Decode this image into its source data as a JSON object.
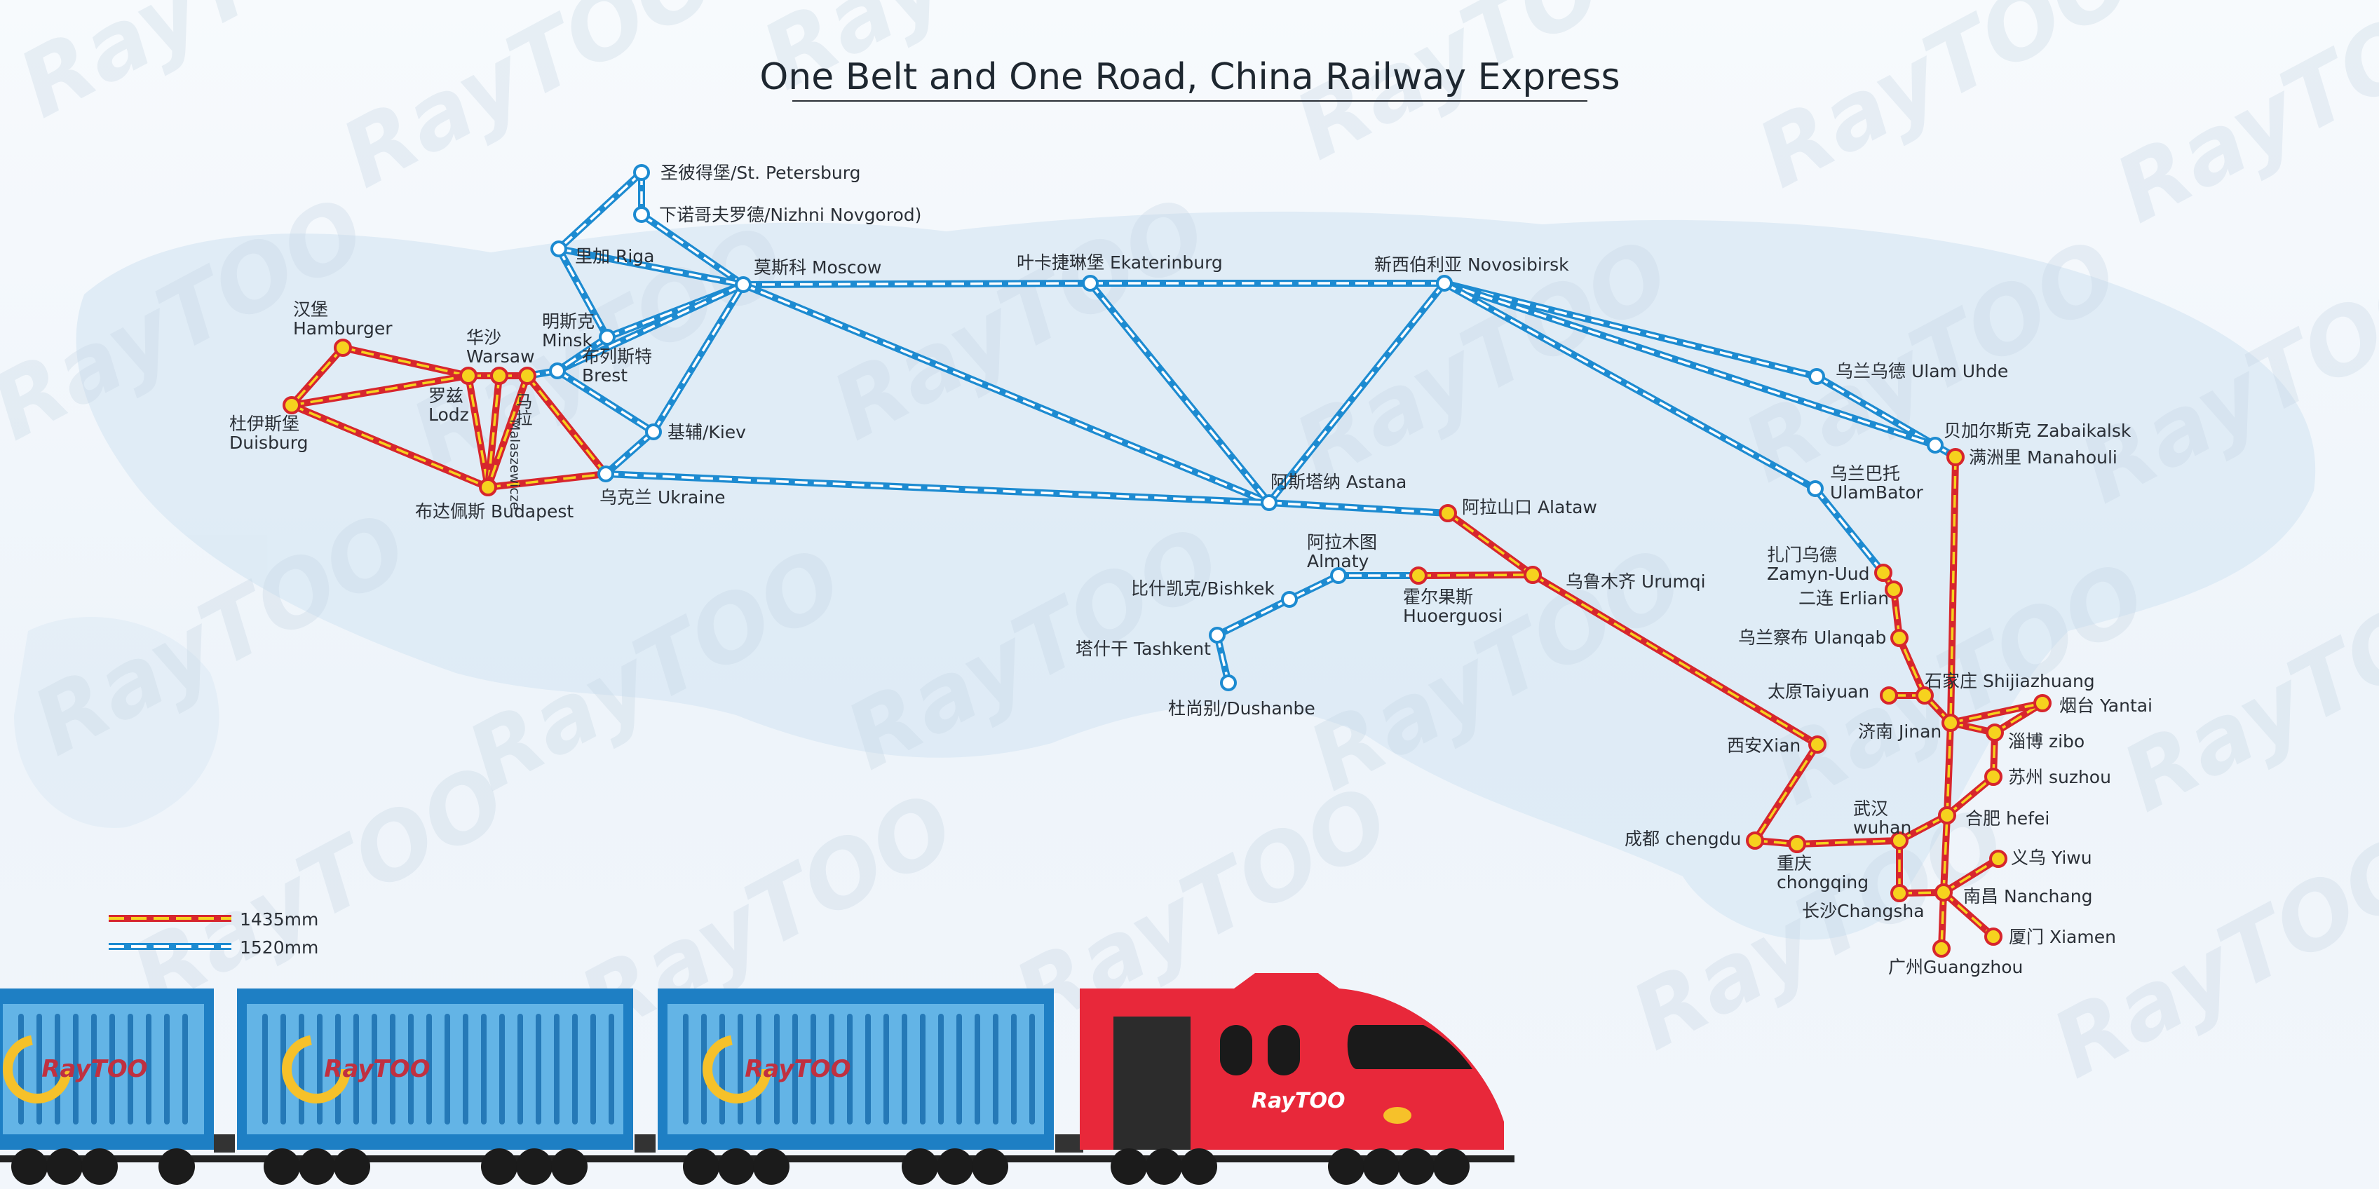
{
  "title": "One Belt and One Road, China Railway Express",
  "watermark": "RayTOO",
  "colors": {
    "gauge_1435_main": "#d7262d",
    "gauge_1435_dash": "#f6d21e",
    "gauge_1520_main": "#1d8bd1",
    "gauge_1520_dash": "#ffffff",
    "train_red": "#e8283a",
    "container_blue": "#1e7fc4",
    "container_light": "#63b4e6"
  },
  "legend": [
    {
      "gauge": "1435",
      "label": "1435mm"
    },
    {
      "gauge": "1520",
      "label": "1520mm"
    }
  ],
  "stations": [
    {
      "id": "stpetersburg",
      "gauge": "1520",
      "label": "圣彼得堡/St. Petersburg"
    },
    {
      "id": "nizhni",
      "gauge": "1520",
      "label": "下诺哥夫罗德/Nizhni Novgorod)"
    },
    {
      "id": "riga",
      "gauge": "1520",
      "label": "里加 Riga"
    },
    {
      "id": "moscow",
      "gauge": "1520",
      "label": "莫斯科 Moscow"
    },
    {
      "id": "ekaterinburg",
      "gauge": "1520",
      "label": "叶卡捷琳堡 Ekaterinburg"
    },
    {
      "id": "novosibirsk",
      "gauge": "1520",
      "label": "新西伯利亚 Novosibirsk"
    },
    {
      "id": "minsk",
      "gauge": "1520",
      "label": "明斯克\nMinsk"
    },
    {
      "id": "brest",
      "gauge": "1520",
      "label": "布列斯特\nBrest"
    },
    {
      "id": "kiev",
      "gauge": "1520",
      "label": "基辅/Kiev"
    },
    {
      "id": "ukraine",
      "gauge": "1520",
      "label": "乌克兰 Ukraine"
    },
    {
      "id": "hamburger",
      "gauge": "1435",
      "label": "汉堡\nHamburger"
    },
    {
      "id": "duisburg",
      "gauge": "1435",
      "label": "杜伊斯堡\nDuisburg"
    },
    {
      "id": "warsaw",
      "gauge": "1435",
      "label": "华沙\nWarsaw"
    },
    {
      "id": "lodz",
      "gauge": "1435",
      "label": "罗兹\nLodz"
    },
    {
      "id": "malaszewicze",
      "gauge": "1435",
      "label": "马拉"
    },
    {
      "id": "malaszewicze_latin",
      "gauge": "1435",
      "label": "Malaszewicze"
    },
    {
      "id": "budapest",
      "gauge": "1435",
      "label": "布达佩斯 Budapest"
    },
    {
      "id": "astana",
      "gauge": "1520",
      "label": "阿斯塔纳 Astana"
    },
    {
      "id": "alataw",
      "gauge": "1435",
      "label": "阿拉山口 Alataw"
    },
    {
      "id": "urumqi",
      "gauge": "1435",
      "label": "乌鲁木齐 Urumqi"
    },
    {
      "id": "huoerguosi",
      "gauge": "1435",
      "label": "霍尔果斯\nHuoerguosi"
    },
    {
      "id": "almaty",
      "gauge": "1520",
      "label": "阿拉木图\nAlmaty"
    },
    {
      "id": "bishkek",
      "gauge": "1520",
      "label": "比什凯克/Bishkek"
    },
    {
      "id": "tashkent",
      "gauge": "1520",
      "label": "塔什干 Tashkent"
    },
    {
      "id": "dushanbe",
      "gauge": "1520",
      "label": "杜尚别/Dushanbe"
    },
    {
      "id": "ulamuhde",
      "gauge": "1520",
      "label": "乌兰乌德 Ulam Uhde"
    },
    {
      "id": "zabaikalsk",
      "gauge": "1520",
      "label": "贝加尔斯克 Zabaikalsk"
    },
    {
      "id": "manahouli",
      "gauge": "1435",
      "label": "满洲里  Manahouli"
    },
    {
      "id": "ulambator",
      "gauge": "1520",
      "label": "乌兰巴托\nUlamBator"
    },
    {
      "id": "zamynuud",
      "gauge": "1435",
      "label": "扎门乌德\nZamyn-Uud"
    },
    {
      "id": "erlian",
      "gauge": "1435",
      "label": "二连 Erlian"
    },
    {
      "id": "ulanqab",
      "gauge": "1435",
      "label": "乌兰察布 Ulanqab"
    },
    {
      "id": "taiyuan",
      "gauge": "1435",
      "label": "太原Taiyuan"
    },
    {
      "id": "shijiazhuang",
      "gauge": "1435",
      "label": "石家庄 Shijiazhuang"
    },
    {
      "id": "yantai",
      "gauge": "1435",
      "label": "烟台 Yantai"
    },
    {
      "id": "jinan",
      "gauge": "1435",
      "label": "济南 Jinan"
    },
    {
      "id": "zibo",
      "gauge": "1435",
      "label": "淄博 zibo"
    },
    {
      "id": "xian",
      "gauge": "1435",
      "label": "西安Xian"
    },
    {
      "id": "suzhou",
      "gauge": "1435",
      "label": "苏州 suzhou"
    },
    {
      "id": "wuhan",
      "gauge": "1435",
      "label": "武汉\nwuhan"
    },
    {
      "id": "hefei",
      "gauge": "1435",
      "label": "合肥 hefei"
    },
    {
      "id": "chengdu",
      "gauge": "1435",
      "label": "成都 chengdu"
    },
    {
      "id": "chongqing",
      "gauge": "1435",
      "label": "重庆\nchongqing"
    },
    {
      "id": "yiwu",
      "gauge": "1435",
      "label": "义乌 Yiwu"
    },
    {
      "id": "nanchang",
      "gauge": "1435",
      "label": "南昌 Nanchang"
    },
    {
      "id": "changsha",
      "gauge": "1435",
      "label": "长沙Changsha"
    },
    {
      "id": "xiamen",
      "gauge": "1435",
      "label": "厦门 Xiamen"
    },
    {
      "id": "guangzhou",
      "gauge": "1435",
      "label": "广州Guangzhou"
    }
  ],
  "routes": [
    {
      "from": "stpetersburg",
      "to": "riga",
      "gauge": "1520"
    },
    {
      "from": "stpetersburg",
      "to": "nizhni",
      "gauge": "1520"
    },
    {
      "from": "riga",
      "to": "minsk",
      "gauge": "1520"
    },
    {
      "from": "nizhni",
      "to": "moscow",
      "gauge": "1520"
    },
    {
      "from": "riga",
      "to": "moscow",
      "gauge": "1520"
    },
    {
      "from": "minsk",
      "to": "moscow",
      "gauge": "1520"
    },
    {
      "from": "brest",
      "to": "moscow",
      "gauge": "1520"
    },
    {
      "from": "kiev",
      "to": "moscow",
      "gauge": "1520"
    },
    {
      "from": "brest",
      "to": "kiev",
      "gauge": "1520"
    },
    {
      "from": "minsk",
      "to": "brest",
      "gauge": "1520"
    },
    {
      "from": "moscow",
      "to": "ekaterinburg",
      "gauge": "1520"
    },
    {
      "from": "ekaterinburg",
      "to": "novosibirsk",
      "gauge": "1520"
    },
    {
      "from": "moscow",
      "to": "astana",
      "gauge": "1520"
    },
    {
      "from": "ekaterinburg",
      "to": "astana",
      "gauge": "1520"
    },
    {
      "from": "novosibirsk",
      "to": "astana",
      "gauge": "1520"
    },
    {
      "from": "ukraine",
      "to": "astana",
      "gauge": "1520"
    },
    {
      "from": "kiev",
      "to": "ukraine",
      "gauge": "1520"
    },
    {
      "from": "astana",
      "to": "alataw",
      "gauge": "1520"
    },
    {
      "from": "novosibirsk",
      "to": "ulamuhde",
      "gauge": "1520"
    },
    {
      "from": "ulamuhde",
      "to": "zabaikalsk",
      "gauge": "1520"
    },
    {
      "from": "novosibirsk",
      "to": "zabaikalsk",
      "gauge": "1520"
    },
    {
      "from": "novosibirsk",
      "to": "ulambator",
      "gauge": "1520"
    },
    {
      "from": "ulambator",
      "to": "zamynuud",
      "gauge": "1520"
    },
    {
      "from": "huoerguosi",
      "to": "almaty",
      "gauge": "1520"
    },
    {
      "from": "almaty",
      "to": "bishkek",
      "gauge": "1520"
    },
    {
      "from": "bishkek",
      "to": "tashkent",
      "gauge": "1520"
    },
    {
      "from": "tashkent",
      "to": "dushanbe",
      "gauge": "1520"
    },
    {
      "from": "hamburger",
      "to": "warsaw",
      "gauge": "1435"
    },
    {
      "from": "hamburger",
      "to": "duisburg",
      "gauge": "1435"
    },
    {
      "from": "duisburg",
      "to": "warsaw",
      "gauge": "1435"
    },
    {
      "from": "duisburg",
      "to": "budapest",
      "gauge": "1435"
    },
    {
      "from": "warsaw",
      "to": "lodz",
      "gauge": "1435"
    },
    {
      "from": "lodz",
      "to": "malaszewicze",
      "gauge": "1435"
    },
    {
      "from": "warsaw",
      "to": "budapest",
      "gauge": "1435"
    },
    {
      "from": "lodz",
      "to": "budapest",
      "gauge": "1435"
    },
    {
      "from": "malaszewicze",
      "to": "budapest",
      "gauge": "1435"
    },
    {
      "from": "malaszewicze",
      "to": "ukraine",
      "gauge": "1435"
    },
    {
      "from": "budapest",
      "to": "ukraine",
      "gauge": "1435"
    },
    {
      "from": "malaszewicze",
      "to": "brest",
      "gauge": "1520"
    },
    {
      "from": "alataw",
      "to": "urumqi",
      "gauge": "1435"
    },
    {
      "from": "huoerguosi",
      "to": "urumqi",
      "gauge": "1435"
    },
    {
      "from": "urumqi",
      "to": "xian",
      "gauge": "1435"
    },
    {
      "from": "xian",
      "to": "chengdu",
      "gauge": "1435"
    },
    {
      "from": "chengdu",
      "to": "chongqing",
      "gauge": "1435"
    },
    {
      "from": "chongqing",
      "to": "wuhan",
      "gauge": "1435"
    },
    {
      "from": "wuhan",
      "to": "changsha",
      "gauge": "1435"
    },
    {
      "from": "wuhan",
      "to": "hefei",
      "gauge": "1435"
    },
    {
      "from": "changsha",
      "to": "nanchang",
      "gauge": "1435"
    },
    {
      "from": "nanchang",
      "to": "guangzhou",
      "gauge": "1435"
    },
    {
      "from": "nanchang",
      "to": "xiamen",
      "gauge": "1435"
    },
    {
      "from": "nanchang",
      "to": "yiwu",
      "gauge": "1435"
    },
    {
      "from": "nanchang",
      "to": "hefei",
      "gauge": "1435"
    },
    {
      "from": "hefei",
      "to": "suzhou",
      "gauge": "1435"
    },
    {
      "from": "suzhou",
      "to": "zibo",
      "gauge": "1435"
    },
    {
      "from": "hefei",
      "to": "jinan",
      "gauge": "1435"
    },
    {
      "from": "jinan",
      "to": "zibo",
      "gauge": "1435"
    },
    {
      "from": "zibo",
      "to": "yantai",
      "gauge": "1435"
    },
    {
      "from": "jinan",
      "to": "yantai",
      "gauge": "1435"
    },
    {
      "from": "jinan",
      "to": "shijiazhuang",
      "gauge": "1435"
    },
    {
      "from": "shijiazhuang",
      "to": "taiyuan",
      "gauge": "1435"
    },
    {
      "from": "shijiazhuang",
      "to": "ulanqab",
      "gauge": "1435"
    },
    {
      "from": "ulanqab",
      "to": "erlian",
      "gauge": "1435"
    },
    {
      "from": "erlian",
      "to": "zamynuud",
      "gauge": "1435"
    },
    {
      "from": "manahouli",
      "to": "jinan",
      "gauge": "1435"
    },
    {
      "from": "zabaikalsk",
      "to": "manahouli",
      "gauge": "1520"
    }
  ]
}
